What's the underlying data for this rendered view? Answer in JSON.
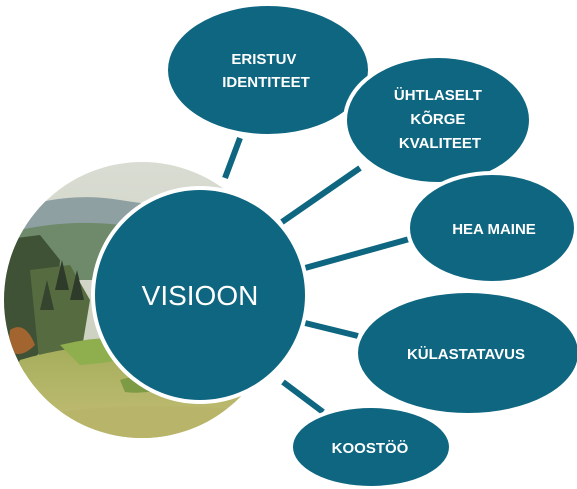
{
  "diagram": {
    "center": {
      "label": "VISIOON"
    },
    "nodes": [
      {
        "id": "eristuv",
        "lines": [
          "ERISTUV",
          "IDENTITEET"
        ]
      },
      {
        "id": "yhtlaselt",
        "lines": [
          "ÜHTLASELT",
          "KÕRGE",
          "KVALITEET"
        ]
      },
      {
        "id": "hea-maine",
        "lines": [
          "HEA MAINE"
        ]
      },
      {
        "id": "kulastatavus",
        "lines": [
          "KÜLASTATAVUS"
        ]
      },
      {
        "id": "koostoo",
        "lines": [
          "KOOSTÖÖ"
        ]
      }
    ],
    "colors": {
      "node_fill": "#0e6680",
      "node_stroke": "#ffffff",
      "connector": "#0e6680",
      "text": "#ffffff"
    }
  }
}
